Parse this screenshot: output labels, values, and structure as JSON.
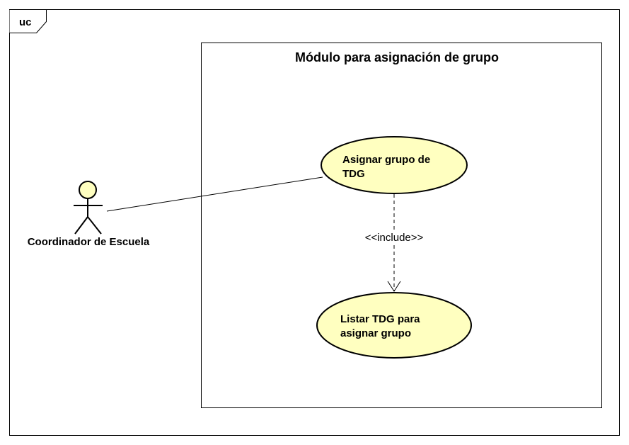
{
  "frame": {
    "label": "uc"
  },
  "system": {
    "title": "Módulo para asignación de grupo"
  },
  "actor": {
    "name": "Coordinador de Escuela"
  },
  "use_cases": [
    {
      "line1": "Asignar grupo de",
      "line2": "TDG"
    },
    {
      "line1": "Listar TDG para",
      "line2": "asignar grupo"
    }
  ],
  "relationships": [
    {
      "type": "association",
      "from": "Coordinador de Escuela",
      "to": "Asignar grupo de TDG"
    },
    {
      "type": "include",
      "stereotype": "<<include>>",
      "from": "Asignar grupo de TDG",
      "to": "Listar TDG para asignar grupo"
    }
  ],
  "colors": {
    "usecase_fill": "#ffffc0",
    "actor_fill": "#ffffc0",
    "stroke": "#000000"
  }
}
